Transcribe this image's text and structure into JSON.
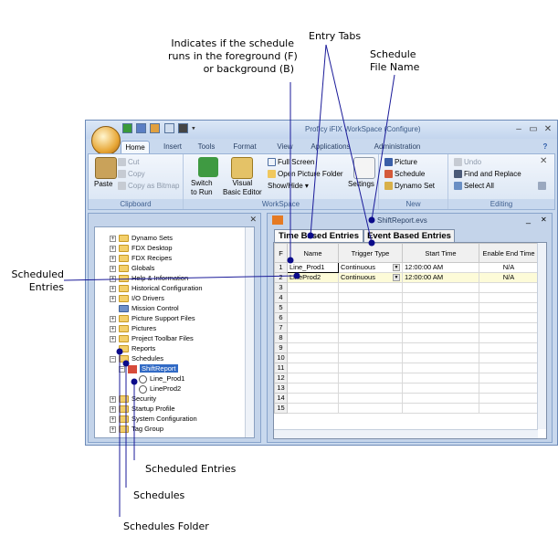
{
  "callouts": {
    "entry_tabs": "Entry Tabs",
    "fg_bg": [
      "Indicates if the schedule",
      "runs in the foreground (F)",
      "or background (B)"
    ],
    "file_name": [
      "Schedule",
      "File Name"
    ],
    "scheduled_entries_left": [
      "Scheduled",
      "Entries"
    ],
    "scheduled_entries_bottom": "Scheduled Entries",
    "schedules": "Schedules",
    "schedules_folder": "Schedules Folder"
  },
  "window": {
    "title": "Proficy iFIX WorkSpace (Configure)",
    "minimize": "–",
    "restore": "▭",
    "close": "✕",
    "help": "?"
  },
  "ribbon": {
    "tabs": [
      "Home",
      "Insert",
      "Tools",
      "Format",
      "View",
      "Applications",
      "Administration"
    ],
    "active_tab": "Home",
    "clipboard": {
      "paste": "Paste",
      "cut": "Cut",
      "copy": "Copy",
      "copy_bitmap": "Copy as Bitmap",
      "label": "Clipboard"
    },
    "workspace": {
      "switch": [
        "Switch",
        "to Run"
      ],
      "vba": [
        "Visual",
        "Basic Editor"
      ],
      "full_screen": "Full Screen",
      "open_folder": "Open Picture Folder",
      "show_hide": "Show/Hide",
      "settings": "Settings",
      "label": "WorkSpace"
    },
    "new": {
      "picture": "Picture",
      "schedule": "Schedule",
      "dynamo_set": "Dynamo Set",
      "label": "New"
    },
    "editing": {
      "undo": "Undo",
      "find_replace": "Find and Replace",
      "select_all": "Select All",
      "label": "Editing"
    }
  },
  "tree": {
    "close": "✕",
    "items": [
      "Dynamo Sets",
      "FDX Desktop",
      "FDX Recipes",
      "Globals",
      "Help & Information",
      "Historical Configuration",
      "I/O Drivers",
      "Mission Control",
      "Picture Support Files",
      "Pictures",
      "Project Toolbar Files",
      "Reports",
      "Schedules",
      "ShiftReport",
      "Line_Prod1",
      "LineProd2",
      "Security",
      "Startup Profile",
      "System Configuration",
      "Tag Group"
    ]
  },
  "doc": {
    "title": "ShiftReport.evs",
    "minimize": "_",
    "close": "✕",
    "tabs": [
      "Time Based Entries",
      "Event Based Entries"
    ],
    "columns": [
      "F",
      "Name",
      "Trigger Type",
      "Start Time",
      "Enable End Time"
    ],
    "rows": [
      {
        "n": "1",
        "name": "Line_Prod1",
        "trigger": "Continuous",
        "start": "12:00:00 AM",
        "end": "N/A"
      },
      {
        "n": "2",
        "name": "LineProd2",
        "trigger": "Continuous",
        "start": "12:00:00 AM",
        "end": "N/A"
      }
    ],
    "empty_rows": [
      "3",
      "4",
      "5",
      "6",
      "7",
      "8",
      "9",
      "10",
      "11",
      "12",
      "13",
      "14",
      "15"
    ]
  }
}
